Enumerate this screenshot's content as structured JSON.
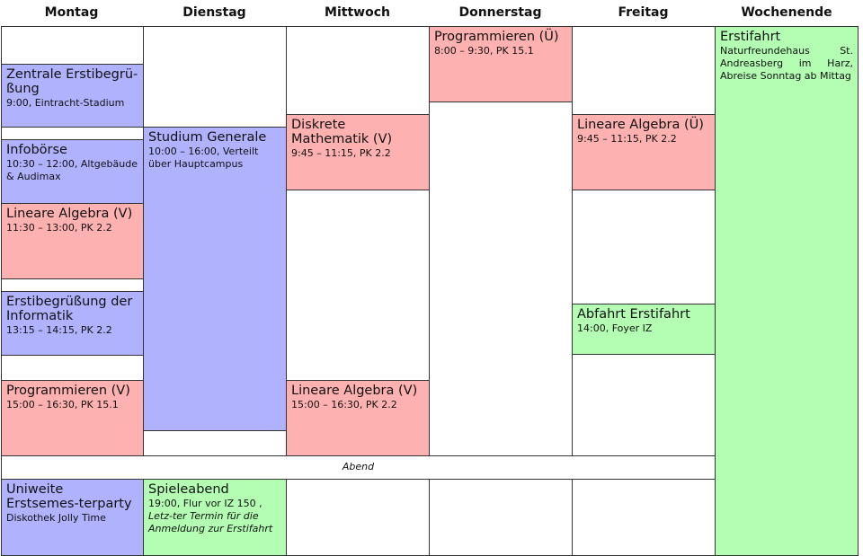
{
  "days": [
    "Montag",
    "Dienstag",
    "Mittwoch",
    "Donnerstag",
    "Freitag",
    "Wochenende"
  ],
  "abend_label": "Abend",
  "colors": {
    "lecture": "#feb1b1",
    "event": "#b1b2fe",
    "social": "#b3feb2"
  },
  "events": {
    "mo_begruessung": {
      "title": "Zentrale Erstibegrü-ßung",
      "detail": "9:00, Eintracht-Stadium"
    },
    "mo_infoboerse": {
      "title": "Infobörse",
      "detail": "10:30 – 12:00, Altgebäude & Audimax"
    },
    "mo_linalg": {
      "title": "Lineare Algebra (V)",
      "detail": "11:30 – 13:00, PK 2.2"
    },
    "mo_informatik": {
      "title": "Erstibegrüßung der Informatik",
      "detail": "13:15 – 14:15, PK 2.2"
    },
    "mo_prog": {
      "title": "Programmieren (V)",
      "detail": "15:00 – 16:30, PK 15.1"
    },
    "mo_party": {
      "title": "Uniweite Erstsemes-terparty",
      "detail": "Diskothek Jolly Time"
    },
    "di_studium": {
      "title": "Studium Generale",
      "detail": "10:00 – 16:00, Verteilt über Hauptcampus"
    },
    "di_spieleabend": {
      "title": "Spieleabend",
      "detail_main": "19:00, Flur vor IZ 150 , ",
      "detail_italic": "Letz-ter Termin für die Anmeldung zur Erstifahrt"
    },
    "mi_diskret": {
      "title": "Diskrete Mathematik (V)",
      "detail": "9:45 – 11:15, PK 2.2"
    },
    "mi_linalg": {
      "title": "Lineare Algebra (V)",
      "detail": "15:00 – 16:30, PK 2.2"
    },
    "do_prog": {
      "title": "Programmieren (Ü)",
      "detail": "8:00 – 9:30, PK 15.1"
    },
    "fr_linalg": {
      "title": "Lineare Algebra (Ü)",
      "detail": "9:45 – 11:15, PK 2.2"
    },
    "fr_abfahrt": {
      "title": "Abfahrt Erstifahrt",
      "detail": "14:00, Foyer IZ"
    },
    "we_erstifahrt": {
      "title": "Erstifahrt",
      "detail": "Naturfreundehaus St. Andreasberg im Harz, Abreise Sonntag ab Mittag"
    }
  }
}
